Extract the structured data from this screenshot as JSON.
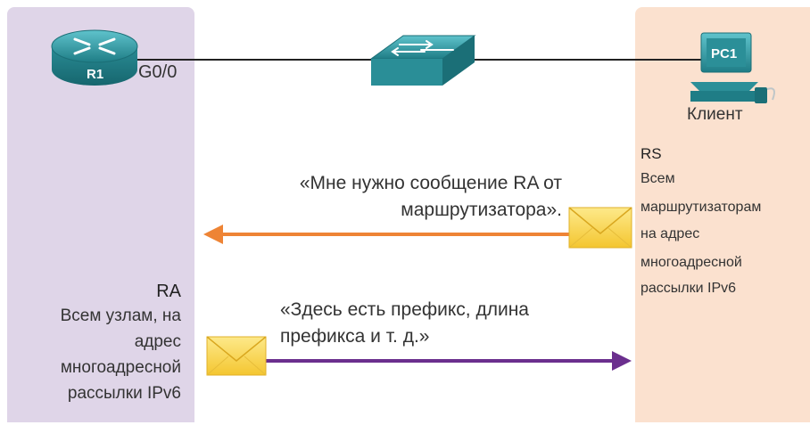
{
  "devices": {
    "router_name": "R1",
    "router_interface": "G0/0",
    "pc_name": "PC1",
    "client_label": "Клиент"
  },
  "rs_message": {
    "title": "RS",
    "lines": [
      "Всем",
      "маршрутизаторам",
      "на адрес",
      "многоадресной",
      "рассылки IPv6"
    ]
  },
  "ra_message": {
    "title": "RA",
    "lines": [
      "Всем узлам, на",
      "адрес",
      "многоадресной",
      "рассылки IPv6"
    ]
  },
  "quotes": {
    "request_line1": "«Мне нужно сообщение RA от",
    "request_line2": "маршрутизатора».",
    "reply_line1": "«Здесь есть префикс, длина",
    "reply_line2": "префикса и т. д.»"
  },
  "colors": {
    "rs_arrow": "#ee8435",
    "ra_arrow": "#6b2f8e",
    "router": "#2d8a94",
    "switch": "#2f9aa3",
    "pc": "#2d8a94",
    "envelope": "#f8d54c",
    "left_panel": "#dfd5e8",
    "right_panel": "#fbe1cf"
  },
  "icons": {
    "router": "router-icon",
    "switch": "switch-icon",
    "pc": "pc-icon",
    "envelope": "envelope-icon",
    "arrow_left": "arrow-left-icon",
    "arrow_right": "arrow-right-icon"
  }
}
